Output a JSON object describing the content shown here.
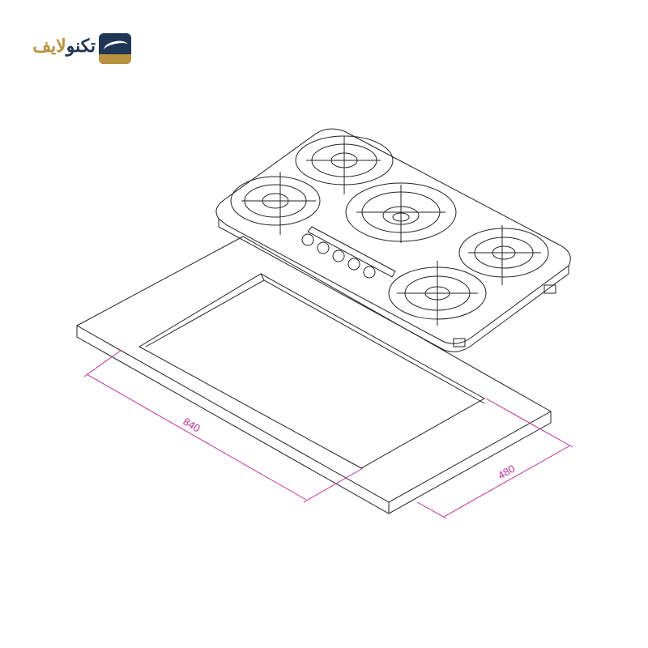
{
  "logo": {
    "text_dark": "تکنو",
    "text_gold": "لایف",
    "colors": {
      "navy": "#1f3654",
      "gold": "#b8923e"
    }
  },
  "drawing": {
    "dimension_color": "#c0309a",
    "width_label": "840",
    "depth_label": "480"
  }
}
